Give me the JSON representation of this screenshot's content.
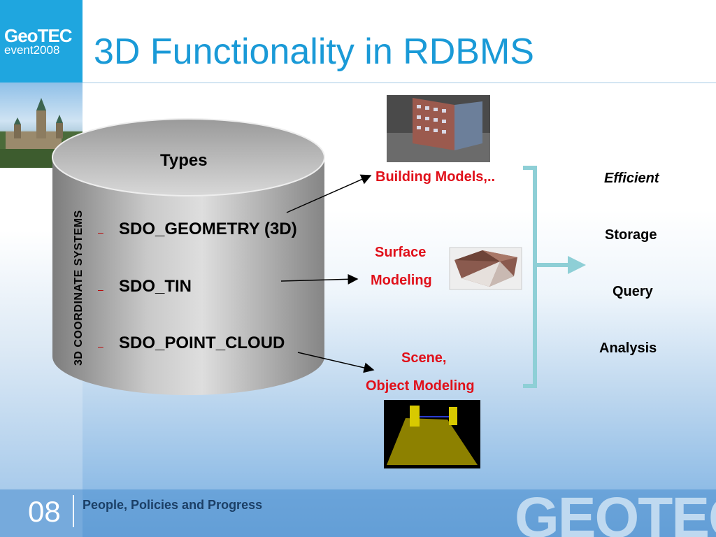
{
  "header": {
    "logo_top": "GeoTEC",
    "logo_bottom": "event2008",
    "title": "3D Functionality in RDBMS"
  },
  "cylinder": {
    "heading": "Types",
    "vertical_label": "3D COORDINATE  SYSTEMS",
    "bullet_marker": "–",
    "items": [
      "SDO_GEOMETRY (3D)",
      "SDO_TIN",
      "SDO_POINT_CLOUD"
    ]
  },
  "models": {
    "building": "Building Models,..",
    "surface_line1": "Surface",
    "surface_line2": "Modeling",
    "scene_line1": "Scene,",
    "scene_line2": "Object Modeling"
  },
  "benefits": {
    "efficient": "Efficient",
    "storage": "Storage",
    "query": "Query",
    "analysis": "Analysis"
  },
  "footer": {
    "page_number": "08",
    "tagline": "People, Policies and Progress",
    "watermark": "GEOTEC"
  },
  "colors": {
    "title_blue": "#1a9ad7",
    "accent_red": "#e0101a",
    "bracket_teal": "#8ecfd6"
  }
}
